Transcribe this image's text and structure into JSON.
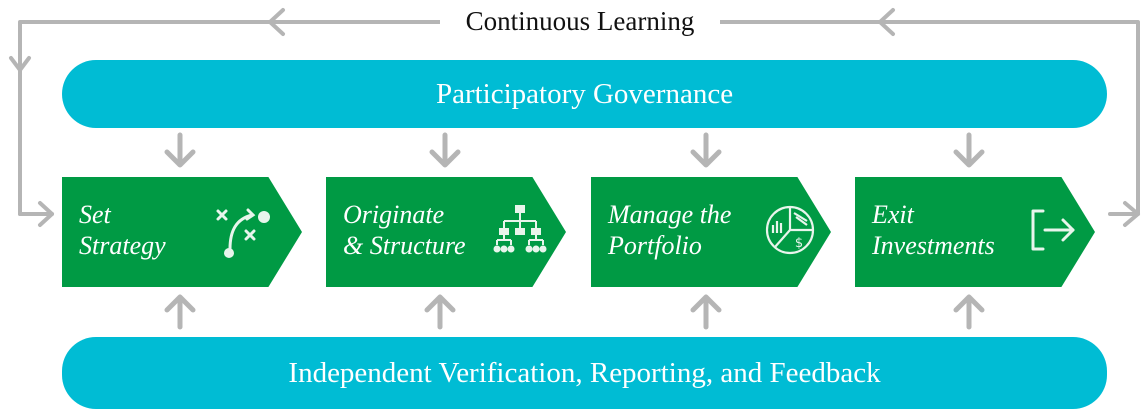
{
  "title": "Continuous Learning",
  "top_bar": "Participatory Governance",
  "bottom_bar": "Independent Verification, Reporting, and Feedback",
  "steps": [
    {
      "label": "Set\nStrategy",
      "icon": "strategy-play-icon"
    },
    {
      "label": "Originate\n& Structure",
      "icon": "org-chart-icon"
    },
    {
      "label": "Manage the\nPortfolio",
      "icon": "pie-chart-dollar-icon"
    },
    {
      "label": "Exit\nInvestments",
      "icon": "exit-arrow-icon"
    }
  ],
  "colors": {
    "bar": "#00bcd4",
    "step": "#009a44",
    "arrow": "#b5b5b5",
    "text_dark": "#111111",
    "text_light": "#ffffff"
  }
}
